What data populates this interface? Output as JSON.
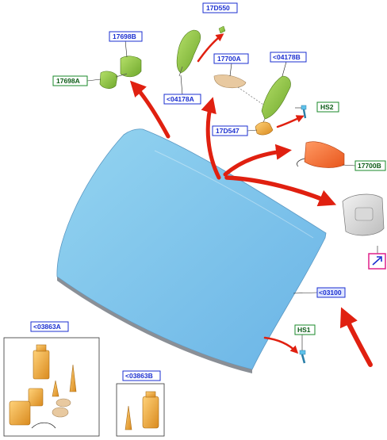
{
  "diagram": {
    "labels": {
      "l_17d550": "17D550",
      "l_17698b": "17698B",
      "l_17698a": "17698A",
      "l_17700a": "17700A",
      "l_04178b": "<04178B",
      "l_04178a": "<04178A",
      "l_hs2": "HS2",
      "l_17d547": "17D547",
      "l_17700b": "17700B",
      "l_03100": "<03100",
      "l_hs1": "HS1",
      "l_03863a": "<03863A",
      "l_03863b": "<03863B"
    },
    "colors": {
      "label_blue_border": "#1b2fd0",
      "label_green_border": "#1a8a2a",
      "label_fill": "#ffffff",
      "arrow_red": "#e02010",
      "glass_top": "#8fd0ee",
      "glass_bottom": "#6cb8e8",
      "part_green": "#8cc63f",
      "part_amber": "#f2a93b",
      "part_orange": "#ff6a2a",
      "link_icon_border": "#e0208a"
    },
    "icons": {
      "link_icon": "external-link-icon"
    }
  }
}
